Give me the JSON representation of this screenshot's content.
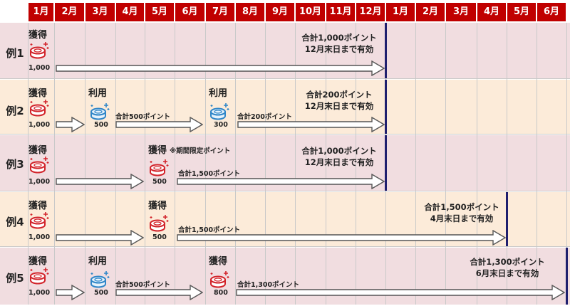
{
  "months": [
    "1月",
    "2月",
    "3月",
    "4月",
    "5月",
    "6月",
    "7月",
    "8月",
    "9月",
    "10月",
    "11月",
    "12月",
    "1月",
    "2月",
    "3月",
    "4月",
    "5月",
    "6月"
  ],
  "colors": {
    "header": "#c00000",
    "rowA": "#f1dde0",
    "rowB": "#fcebd9",
    "earn": "#d2232a",
    "use": "#2f86c8",
    "deadline": "#1f1f6e"
  },
  "rows": [
    {
      "label": "例1",
      "events": [
        {
          "type": "earn",
          "label": "獲得",
          "amount": "1,000"
        }
      ],
      "total_line1": "合計1,000ポイント",
      "total_line2": "12月末日まで有効"
    },
    {
      "label": "例2",
      "events": [
        {
          "type": "earn",
          "label": "獲得",
          "amount": "1,000"
        },
        {
          "type": "use",
          "label": "利用",
          "amount": "500"
        },
        {
          "type": "use",
          "label": "利用",
          "amount": "300"
        }
      ],
      "segments": [
        "合計500ポイント",
        "合計200ポイント"
      ],
      "total_line1": "合計200ポイント",
      "total_line2": "12月末日まで有効"
    },
    {
      "label": "例3",
      "events": [
        {
          "type": "earn",
          "label": "獲得",
          "amount": "1,000"
        },
        {
          "type": "earn",
          "label": "獲得",
          "amount": "500",
          "note": "※期間限定ポイント"
        }
      ],
      "segments": [
        "合計1,500ポイント"
      ],
      "total_line1": "合計1,000ポイント",
      "total_line2": "12月末日まで有効"
    },
    {
      "label": "例4",
      "events": [
        {
          "type": "earn",
          "label": "獲得",
          "amount": "1,000"
        },
        {
          "type": "earn",
          "label": "獲得",
          "amount": "500"
        }
      ],
      "segments": [
        "合計1,500ポイント"
      ],
      "total_line1": "合計1,500ポイント",
      "total_line2": "4月末日まで有効"
    },
    {
      "label": "例5",
      "events": [
        {
          "type": "earn",
          "label": "獲得",
          "amount": "1,000"
        },
        {
          "type": "use",
          "label": "利用",
          "amount": "500"
        },
        {
          "type": "earn",
          "label": "獲得",
          "amount": "800"
        }
      ],
      "segments": [
        "合計500ポイント",
        "合計1,300ポイント"
      ],
      "total_line1": "合計1,300ポイント",
      "total_line2": "6月末日まで有効"
    }
  ]
}
